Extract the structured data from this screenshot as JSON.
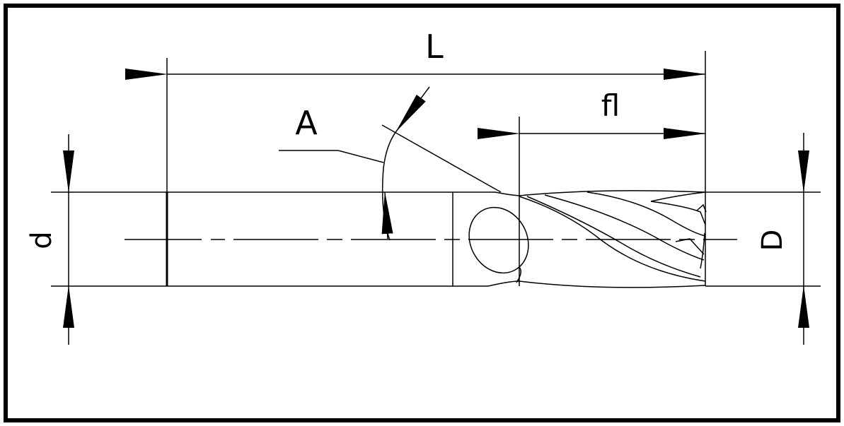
{
  "labels": {
    "overall_length": "L",
    "flute_length": "fl",
    "angle": "A",
    "shank_diameter": "d",
    "cutting_diameter": "D"
  },
  "colors": {
    "line": "#000000",
    "background": "#ffffff"
  }
}
